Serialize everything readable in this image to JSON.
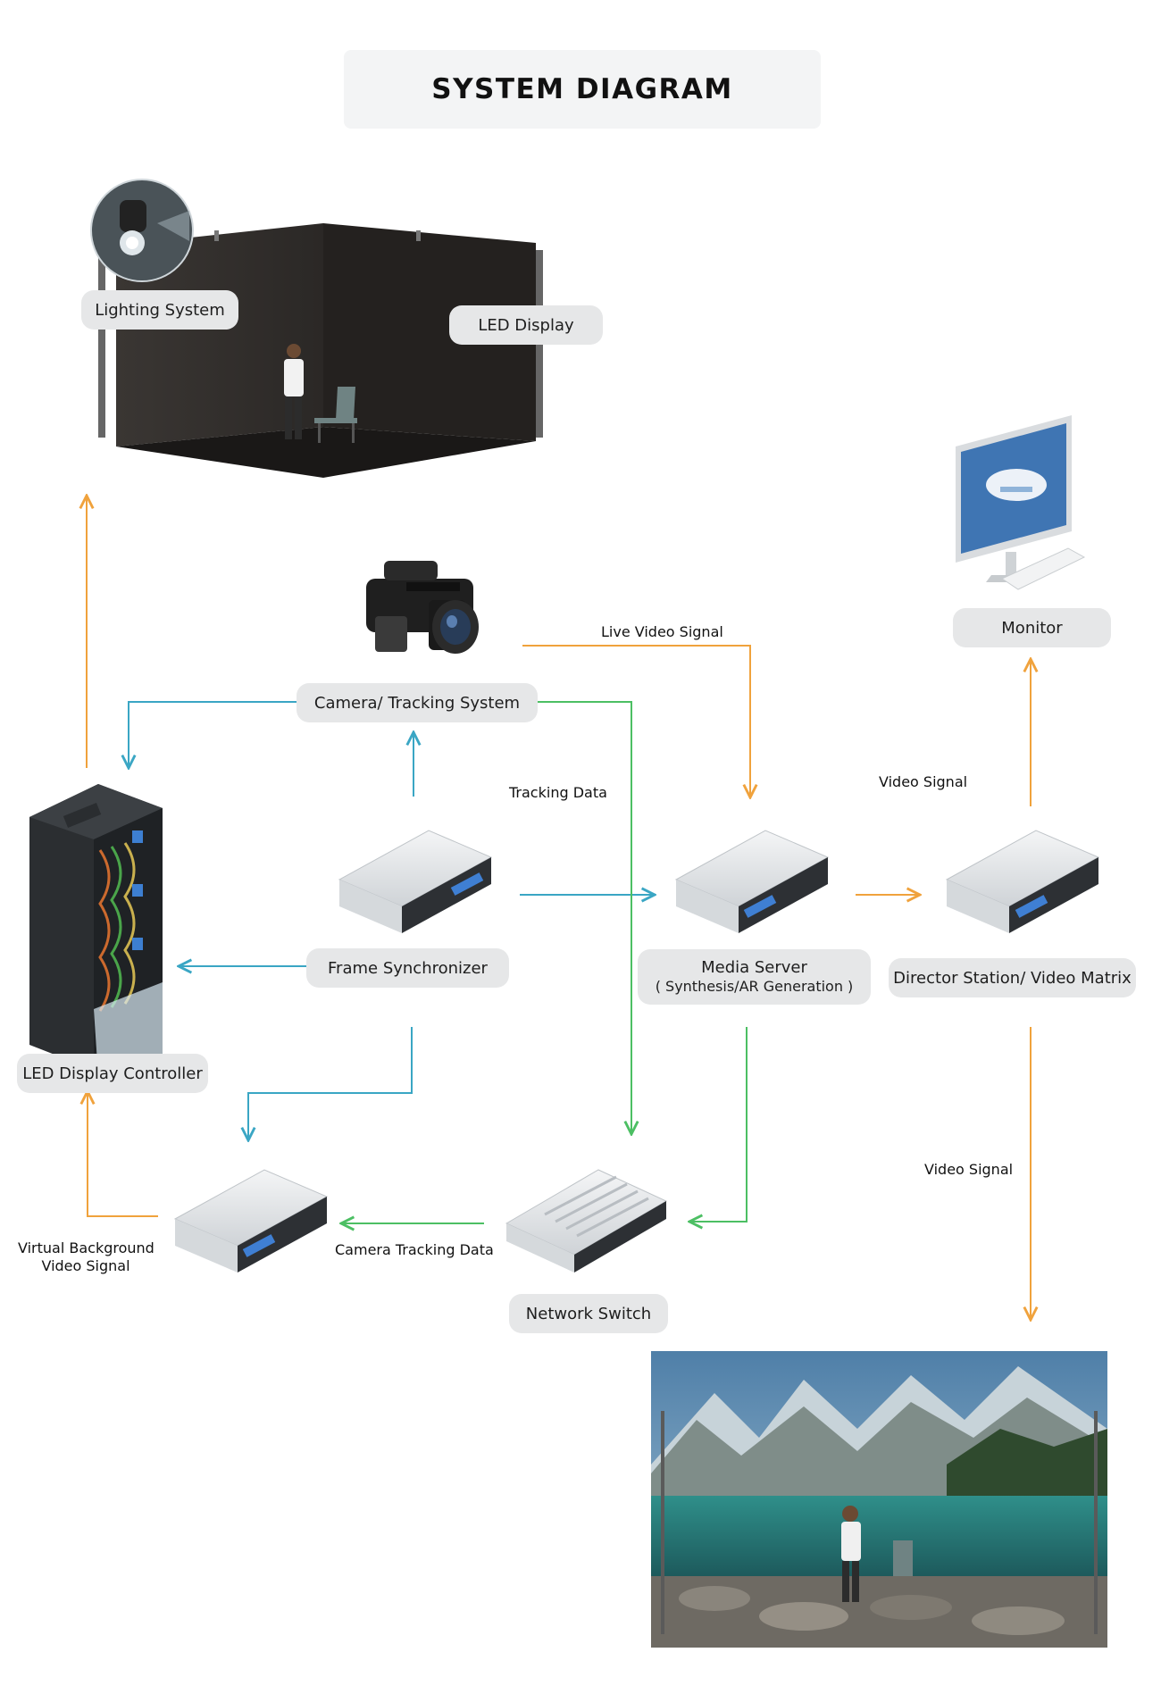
{
  "title": "SYSTEM DIAGRAM",
  "nodes": {
    "lighting": "Lighting System",
    "led_display": "LED Display",
    "monitor": "Monitor",
    "camera": "Camera/ Tracking System",
    "frame_sync": "Frame Synchronizer",
    "media_server": "Media Server",
    "media_server_sub": "( Synthesis/AR Generation )",
    "director": "Director Station/ Video Matrix",
    "led_controller": "LED Display Controller",
    "network_switch": "Network Switch"
  },
  "edges": {
    "live_video": "Live Video Signal",
    "tracking_data": "Tracking Data",
    "video_signal_1": "Video Signal",
    "video_signal_2": "Video Signal",
    "camera_tracking_data": "Camera Tracking Data",
    "virtual_bg_1": "Virtual Background",
    "virtual_bg_2": "Video Signal"
  },
  "colors": {
    "orange": "#f0a23c",
    "blue": "#3aa6c4",
    "green": "#4cbf63",
    "panel": "#e6e7e8",
    "title_bg": "#f3f4f5"
  }
}
